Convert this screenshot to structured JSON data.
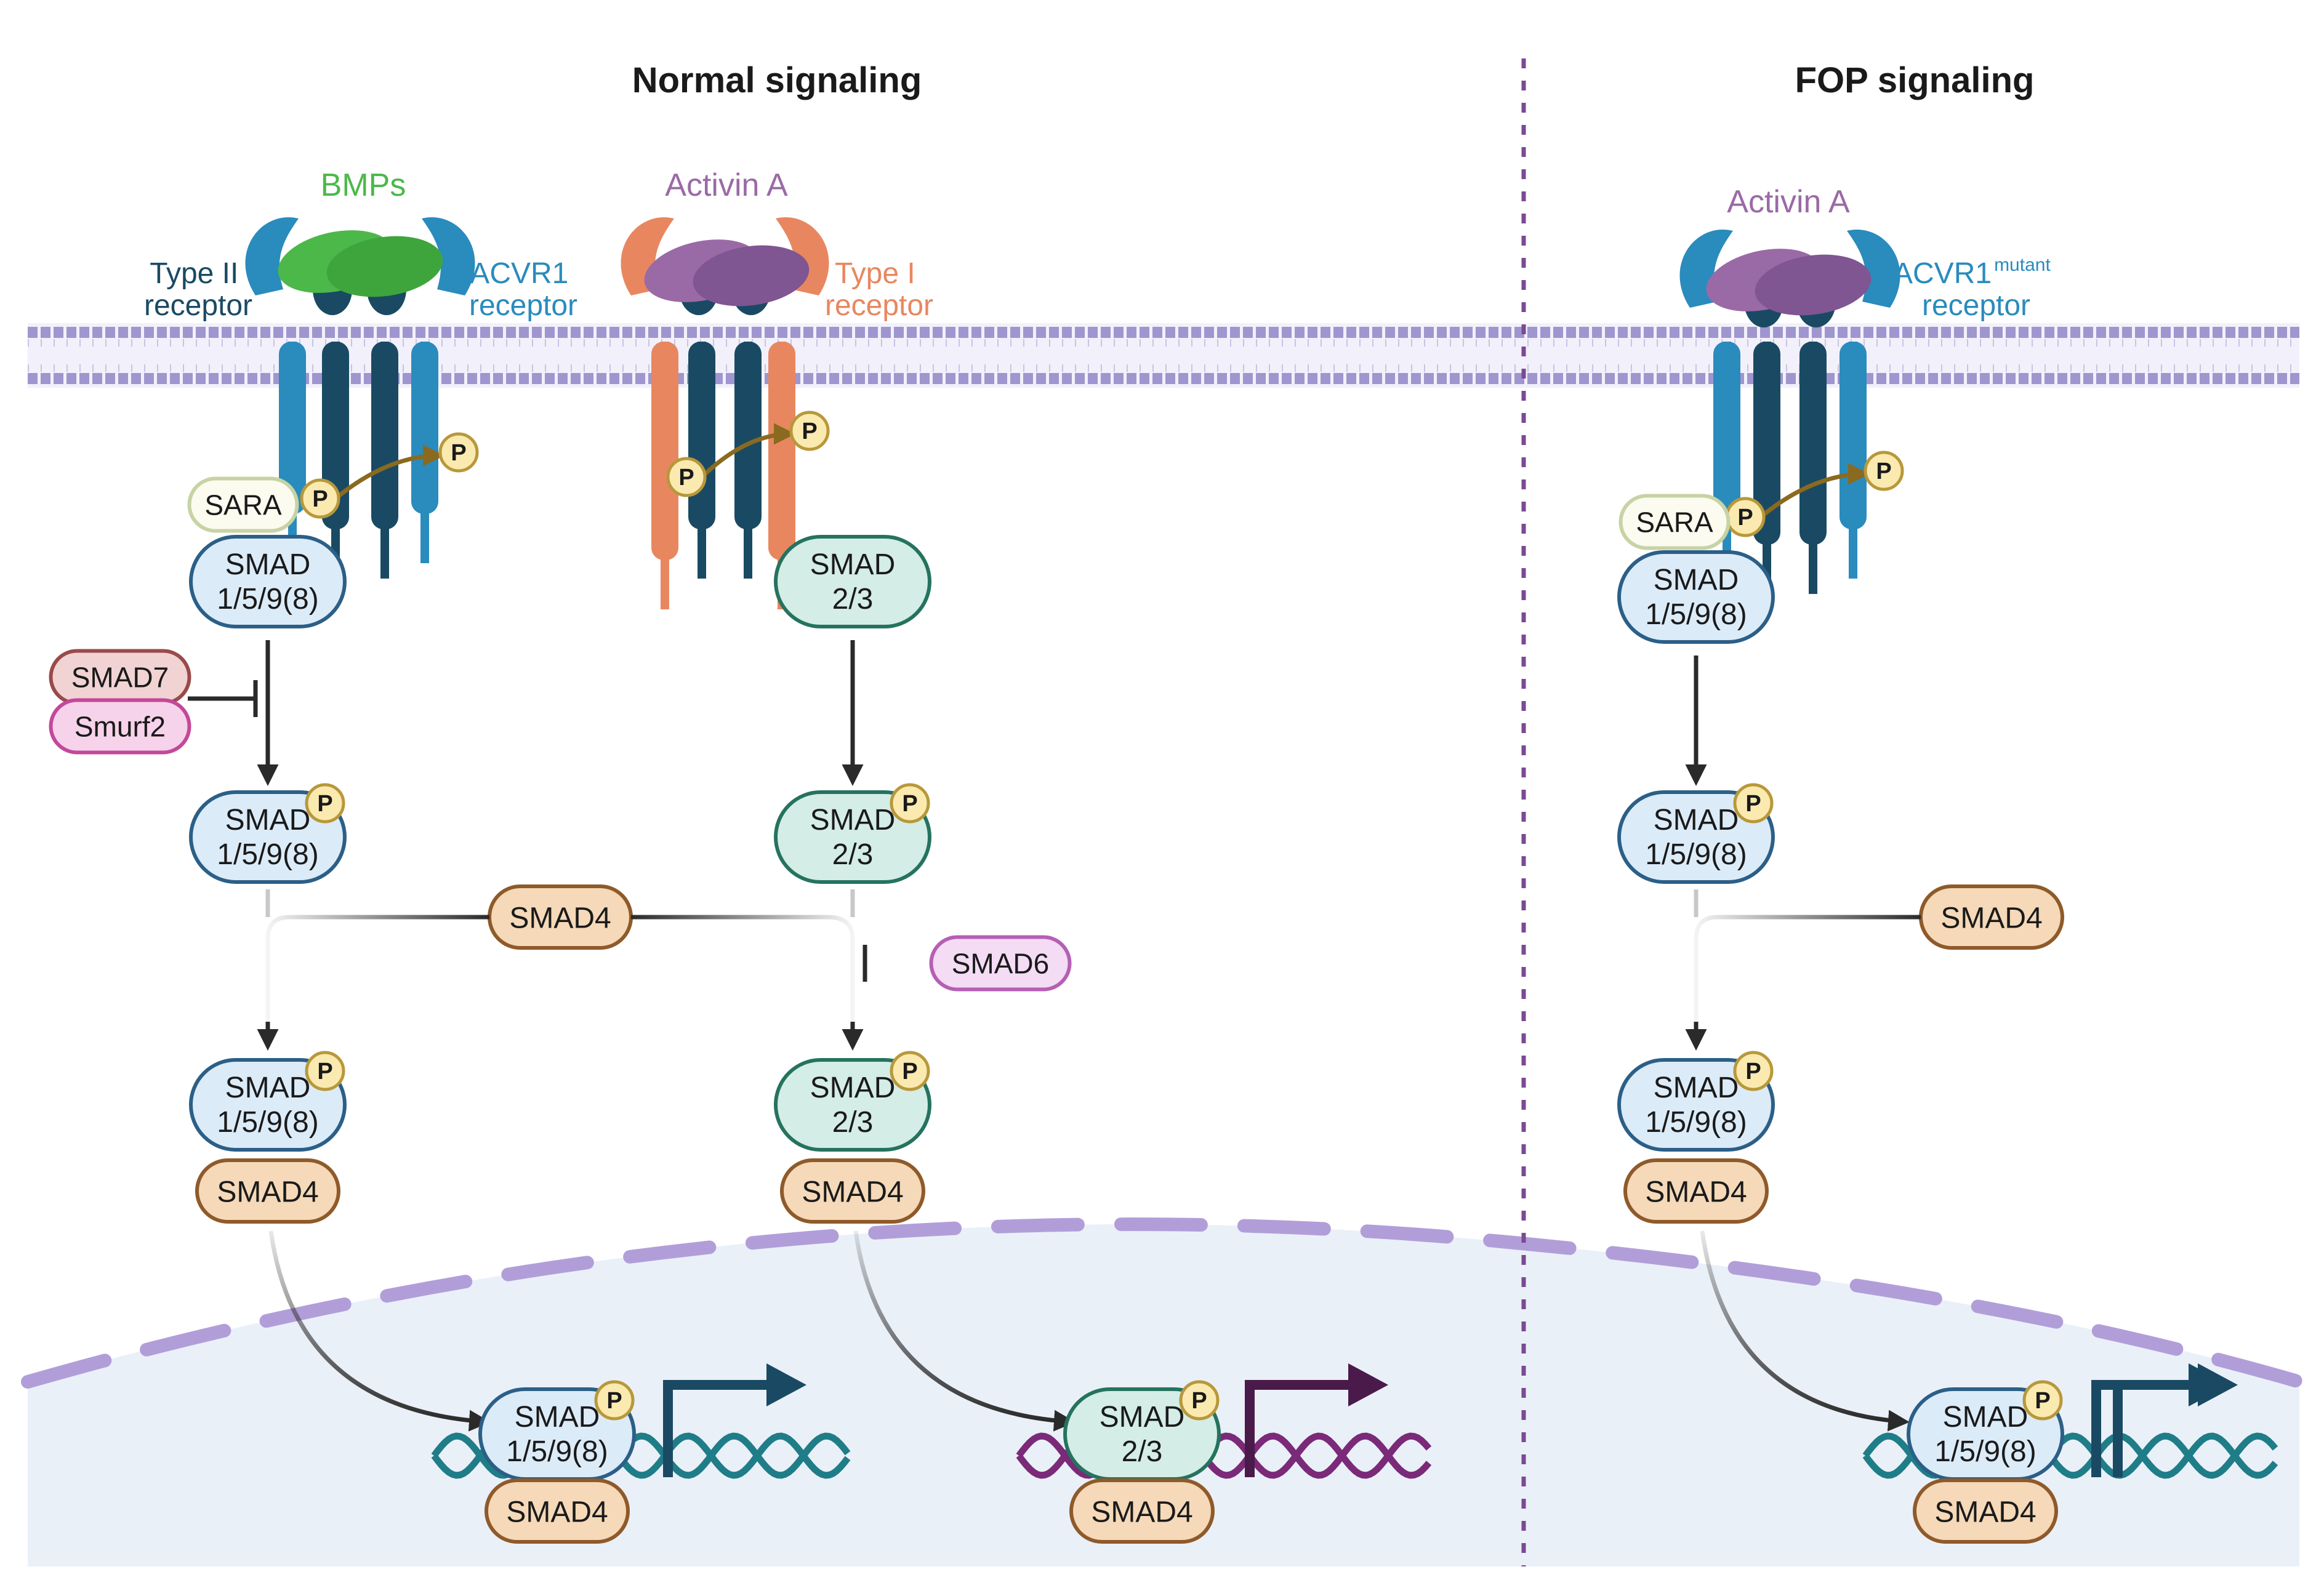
{
  "panels": {
    "normal_title": "Normal signaling",
    "fop_title": "FOP signaling"
  },
  "ligands": {
    "bmps": "BMPs",
    "activin_normal": "Activin A",
    "activin_fop": "Activin A"
  },
  "receptors": {
    "type2_line1": "Type II",
    "type2_line2": "receptor",
    "acvr1_line1": "ACVR1",
    "acvr1_line2": "receptor",
    "type1_line1": "Type I",
    "type1_line2": "receptor",
    "acvr1_mut_main": "ACVR1",
    "acvr1_mut_sup": "mutant",
    "acvr1_mut_line2": "receptor"
  },
  "molecules": {
    "sara": "SARA",
    "phospho": "P",
    "smad": "SMAD",
    "smad158": "1/5/9(8)",
    "smad23": "2/3",
    "smad4": "SMAD4",
    "smad7": "SMAD7",
    "smurf2": "Smurf2",
    "smad6": "SMAD6"
  },
  "colors": {
    "bmp_green": "#4cb84a",
    "activin_purple": "#9a6aa6",
    "acvr1_blue": "#2a8bbd",
    "type2_navy": "#1a4a63",
    "type1_orange": "#e8875f",
    "membrane": "#9f96cf",
    "smad158_fill": "#dcebf8",
    "smad158_stroke": "#2b5f87",
    "smad23_fill": "#d4ede6",
    "smad23_stroke": "#25735f",
    "smad4_fill": "#f5d9b8",
    "smad4_stroke": "#8f5a2a",
    "phospho_fill": "#fbeab0",
    "phospho_stroke": "#b8983a",
    "nucleus": "#eaf0f8",
    "dna_teal": "#1f7d88",
    "dna_purple": "#7a2a78"
  }
}
